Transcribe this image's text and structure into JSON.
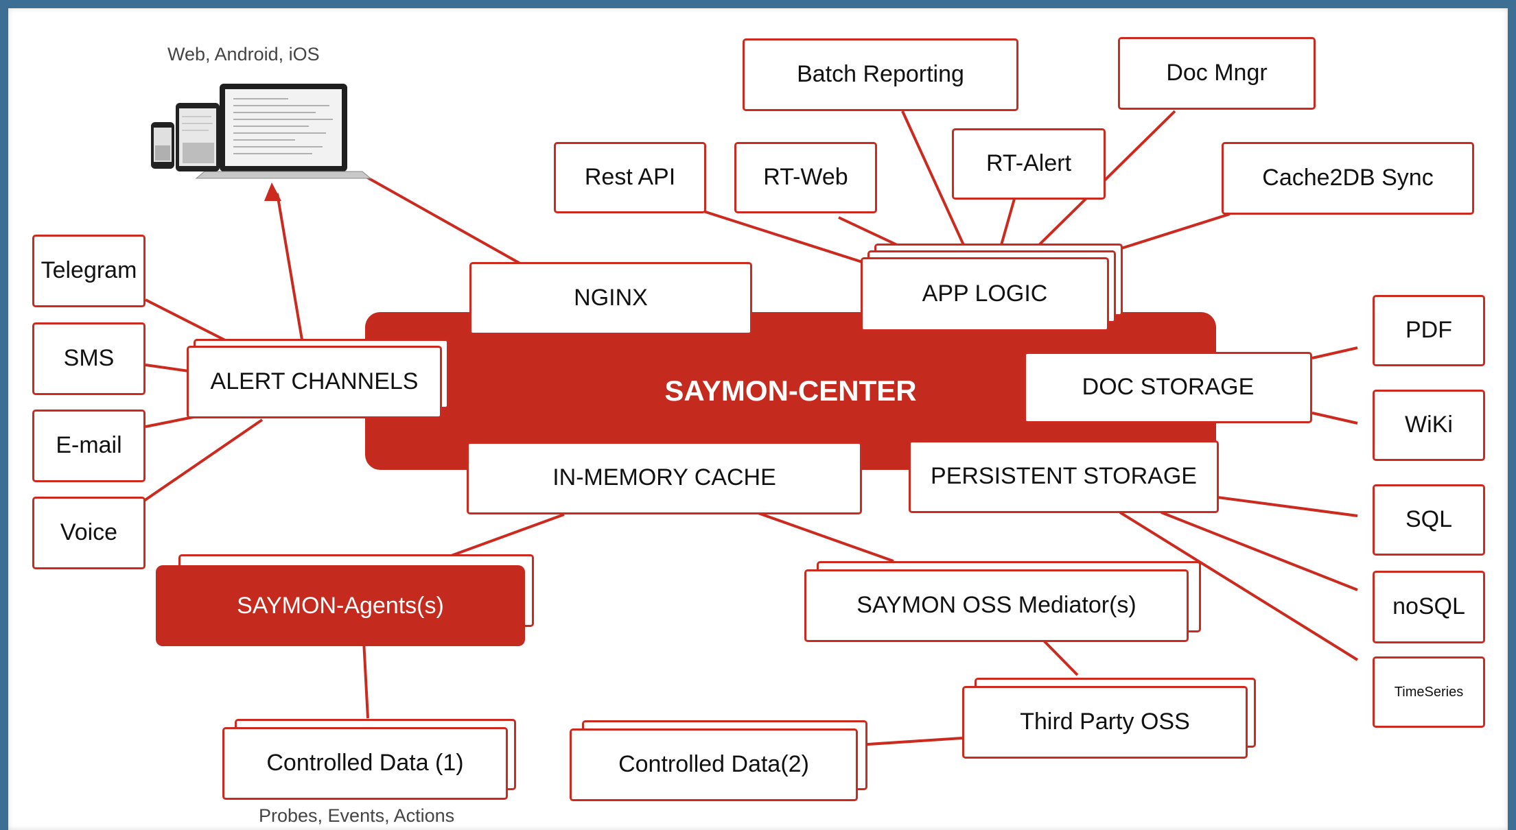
{
  "center": "SAYMON-CENTER",
  "captions": {
    "clients": "Web, Android, iOS",
    "probes": "Probes, Events, Actions"
  },
  "components": {
    "nginx": "NGINX",
    "app_logic": "APP LOGIC",
    "alert_channels": "ALERT CHANNELS",
    "doc_storage": "DOC STORAGE",
    "in_memory_cache": "IN-MEMORY CACHE",
    "persistent_storage": "PERSISTENT STORAGE"
  },
  "app_modules": {
    "batch_reporting": "Batch Reporting",
    "doc_mngr": "Doc Mngr",
    "rest_api": "Rest API",
    "rt_web": "RT-Web",
    "rt_alert": "RT-Alert",
    "cache2db_sync": "Cache2DB Sync"
  },
  "channels": {
    "telegram": "Telegram",
    "sms": "SMS",
    "email": "E-mail",
    "voice": "Voice"
  },
  "doc_outputs": {
    "pdf": "PDF",
    "wiki": "WiKi"
  },
  "storage_backends": {
    "sql": "SQL",
    "nosql": "noSQL",
    "timeseries": "TimeSeries"
  },
  "agents": "SAYMON-Agents(s)",
  "mediators": "SAYMON OSS Mediator(s)",
  "third_party": "Third Party OSS",
  "controlled_1": "Controlled Data (1)",
  "controlled_2": "Controlled Data(2)",
  "colors": {
    "accent": "#c52a1e",
    "frame": "#3d6e93"
  }
}
